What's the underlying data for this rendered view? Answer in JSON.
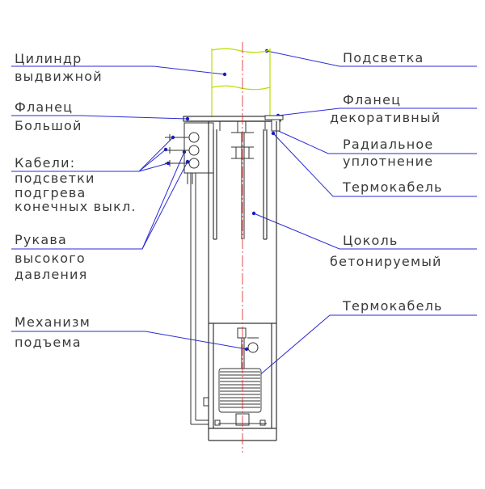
{
  "labels": {
    "cylinder": [
      "Цилиндр",
      "выдвижной"
    ],
    "flange_large": [
      "Фланец",
      "Большой"
    ],
    "cables": [
      "Кабели:",
      "подсветки",
      "подгрева",
      "конечных выкл."
    ],
    "hoses": [
      "Рукава",
      "высокого",
      "давления"
    ],
    "mechanism": [
      "Механизм",
      "подъема"
    ],
    "backlight": [
      "Подсветка"
    ],
    "flange_decor": [
      "Фланец",
      "декоративный"
    ],
    "radial_seal": [
      "Радиальное",
      "уплотнение"
    ],
    "thermocable_top": [
      "Термокабель"
    ],
    "base": [
      "Цоколь",
      "бетонируемый"
    ],
    "thermocable_bottom": [
      "Термокабель"
    ]
  },
  "colors": {
    "line": "#333333",
    "leader": "#2b2bd6",
    "dot": "#1a1acc",
    "axis": "#e02020",
    "cylinder": "#b8e000",
    "text": "#3a3a3a"
  }
}
